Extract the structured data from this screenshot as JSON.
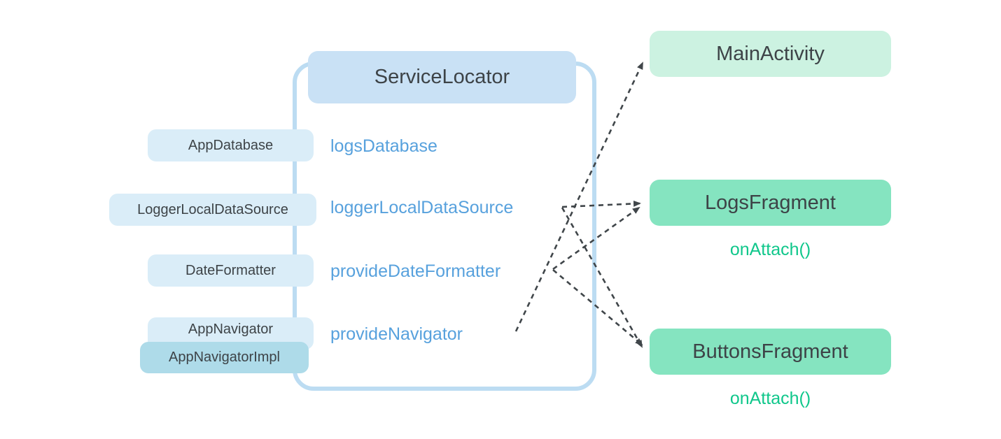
{
  "diagram": {
    "service_locator": {
      "title": "ServiceLocator",
      "methods": [
        {
          "label": "logsDatabase"
        },
        {
          "label": "loggerLocalDataSource"
        },
        {
          "label": "provideDateFormatter"
        },
        {
          "label": "provideNavigator"
        }
      ]
    },
    "dependencies": [
      {
        "label": "AppDatabase"
      },
      {
        "label": "LoggerLocalDataSource"
      },
      {
        "label": "DateFormatter"
      },
      {
        "label": "AppNavigator"
      },
      {
        "label": "AppNavigatorImpl"
      }
    ],
    "consumers": [
      {
        "label": "MainActivity",
        "callback": ""
      },
      {
        "label": "LogsFragment",
        "callback": "onAttach()"
      },
      {
        "label": "ButtonsFragment",
        "callback": "onAttach()"
      }
    ],
    "connections": [
      {
        "from": "loggerLocalDataSource",
        "to": "LogsFragment"
      },
      {
        "from": "loggerLocalDataSource",
        "to": "ButtonsFragment"
      },
      {
        "from": "provideDateFormatter",
        "to": "LogsFragment"
      },
      {
        "from": "provideDateFormatter",
        "to": "ButtonsFragment"
      },
      {
        "from": "provideNavigator",
        "to": "MainActivity"
      }
    ],
    "colors": {
      "container_border": "#bcdcf2",
      "header_fill": "#c9e1f5",
      "dependency_fill": "#daedf8",
      "dependency_impl_fill": "#aedbe9",
      "consumer_light_fill": "#ccf2e1",
      "consumer_strong_fill": "#85e4c0",
      "method_text": "#57a1dd",
      "callback_text": "#10c78b",
      "dark_text": "#3d4347",
      "arrow": "#40464a"
    }
  }
}
